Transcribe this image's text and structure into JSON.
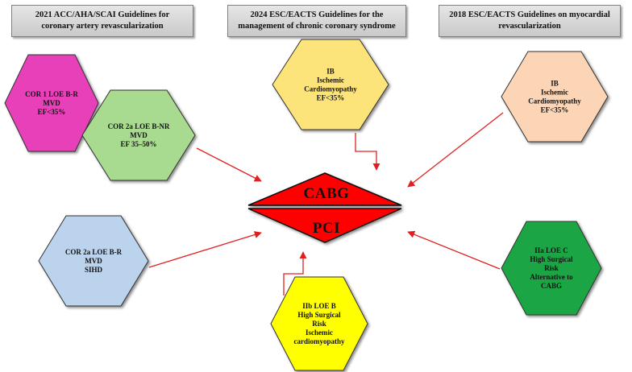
{
  "headers": [
    {
      "line1": "2021 ACC/AHA/SCAI Guidelines for",
      "line2": "coronary artery revascularization"
    },
    {
      "line1": "2024 ESC/EACTS Guidelines for the",
      "line2": "management of chronic coronary syndrome"
    },
    {
      "line1": "2018 ESC/EACTS Guidelines on myocardial",
      "line2": "revascularization"
    }
  ],
  "center": {
    "top_label": "CABG",
    "bottom_label": "PCI",
    "color": "#ff0000"
  },
  "hexagons": [
    {
      "lines": [
        "COR 1 LOE B-R",
        "MVD",
        "EF<35%"
      ],
      "color": "#e83fb8"
    },
    {
      "lines": [
        "COR 2a LOE B-NR",
        "MVD",
        "EF 35–50%"
      ],
      "color": "#a8da8f"
    },
    {
      "lines": [
        "COR 2a LOE B-R",
        "MVD",
        "SIHD"
      ],
      "color": "#bcd3ee"
    },
    {
      "lines": [
        "IB",
        "Ischemic",
        "Cardiomyopathy",
        "EF<35%"
      ],
      "color": "#fde47a"
    },
    {
      "lines": [
        "IIb LOE B",
        "High Surgical",
        "Risk",
        "Ischemic",
        "cardiomyopathy"
      ],
      "color": "#ffff00"
    },
    {
      "lines": [
        "IB",
        "Ischemic",
        "Cardiomyopathy",
        "EF<35%"
      ],
      "color": "#fcd5b6"
    },
    {
      "lines": [
        "IIa LOE C",
        "High Surgical",
        "Risk",
        "Alternative to",
        "CABG"
      ],
      "color": "#1fa544"
    }
  ]
}
